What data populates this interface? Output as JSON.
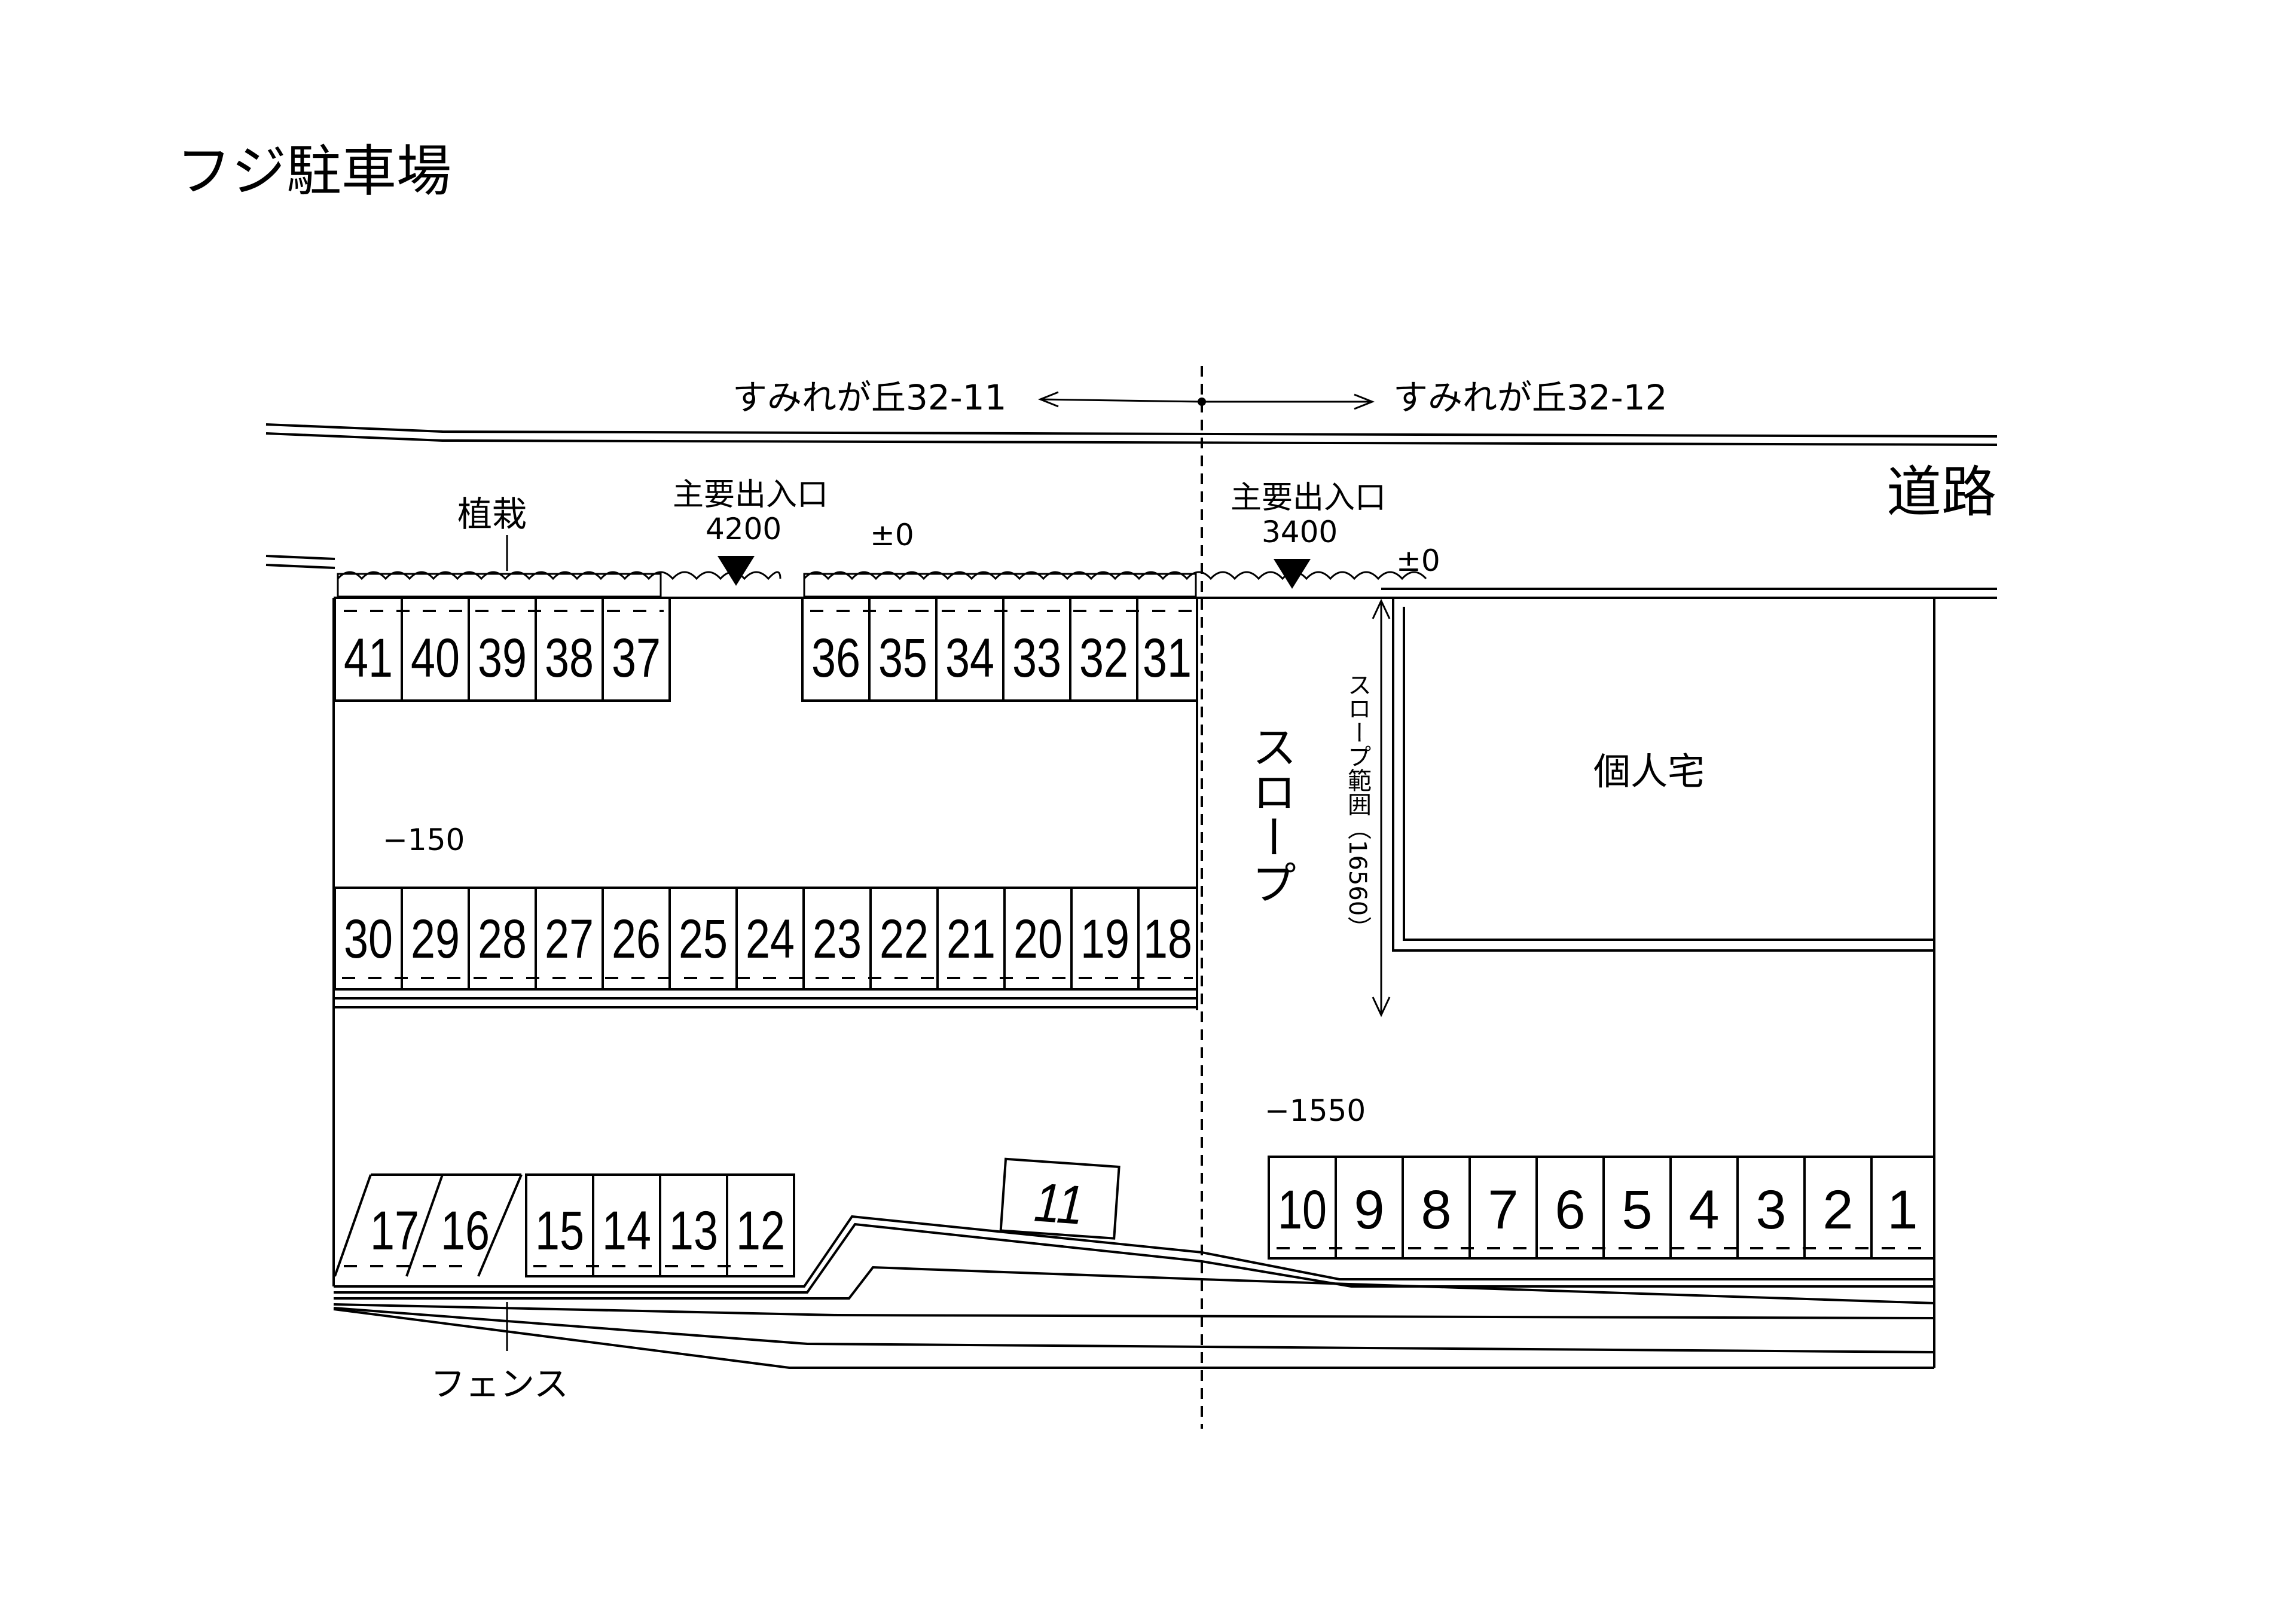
{
  "title": "フジ駐車場",
  "labels": {
    "lot_left": "すみれが丘32-11",
    "lot_right": "すみれが丘32-12",
    "road": "道路",
    "planting": "植栽",
    "entrance_left": "主要出入口",
    "entrance_left_value": "4200",
    "entrance_right": "主要出入口",
    "entrance_right_value": "3400",
    "level_zero_left": "±0",
    "level_zero_right": "±0",
    "level_minus_150": "−150",
    "level_minus_1550": "−1550",
    "slope": "スロープ",
    "slope_range": "スロープ範囲（16560）",
    "house": "個人宅",
    "fence": "フェンス"
  },
  "stalls": {
    "row_top_left": [
      "41",
      "40",
      "39",
      "38",
      "37"
    ],
    "row_top_right": [
      "36",
      "35",
      "34",
      "33",
      "32",
      "31"
    ],
    "row_middle": [
      "30",
      "29",
      "28",
      "27",
      "26",
      "25",
      "24",
      "23",
      "22",
      "21",
      "20",
      "19",
      "18"
    ],
    "row_bottom_left_angled": [
      "17",
      "16"
    ],
    "row_bottom_left": [
      "15",
      "14",
      "13",
      "12"
    ],
    "single": "11",
    "row_bottom_right": [
      "10",
      "9",
      "8",
      "7",
      "6",
      "5",
      "4",
      "3",
      "2",
      "1"
    ]
  }
}
